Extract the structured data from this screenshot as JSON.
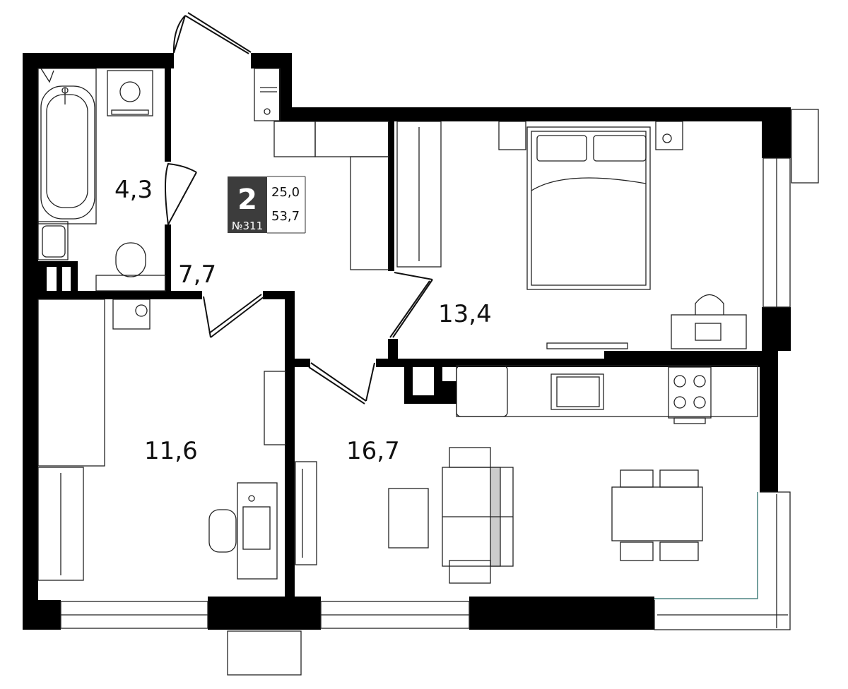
{
  "apartment": {
    "rooms_count": "2",
    "number": "№311",
    "living_area": "25,0",
    "total_area": "53,7"
  },
  "rooms": [
    {
      "id": "bathroom",
      "area": "4,3"
    },
    {
      "id": "hallway",
      "area": "7,7"
    },
    {
      "id": "bedroom",
      "area": "13,4"
    },
    {
      "id": "children-room",
      "area": "11,6"
    },
    {
      "id": "kitchen-living",
      "area": "16,7"
    }
  ],
  "colors": {
    "wall": "#000000",
    "line": "#222222",
    "badge": "#3c3c3c",
    "accent_glass": "#2a6e6a"
  }
}
